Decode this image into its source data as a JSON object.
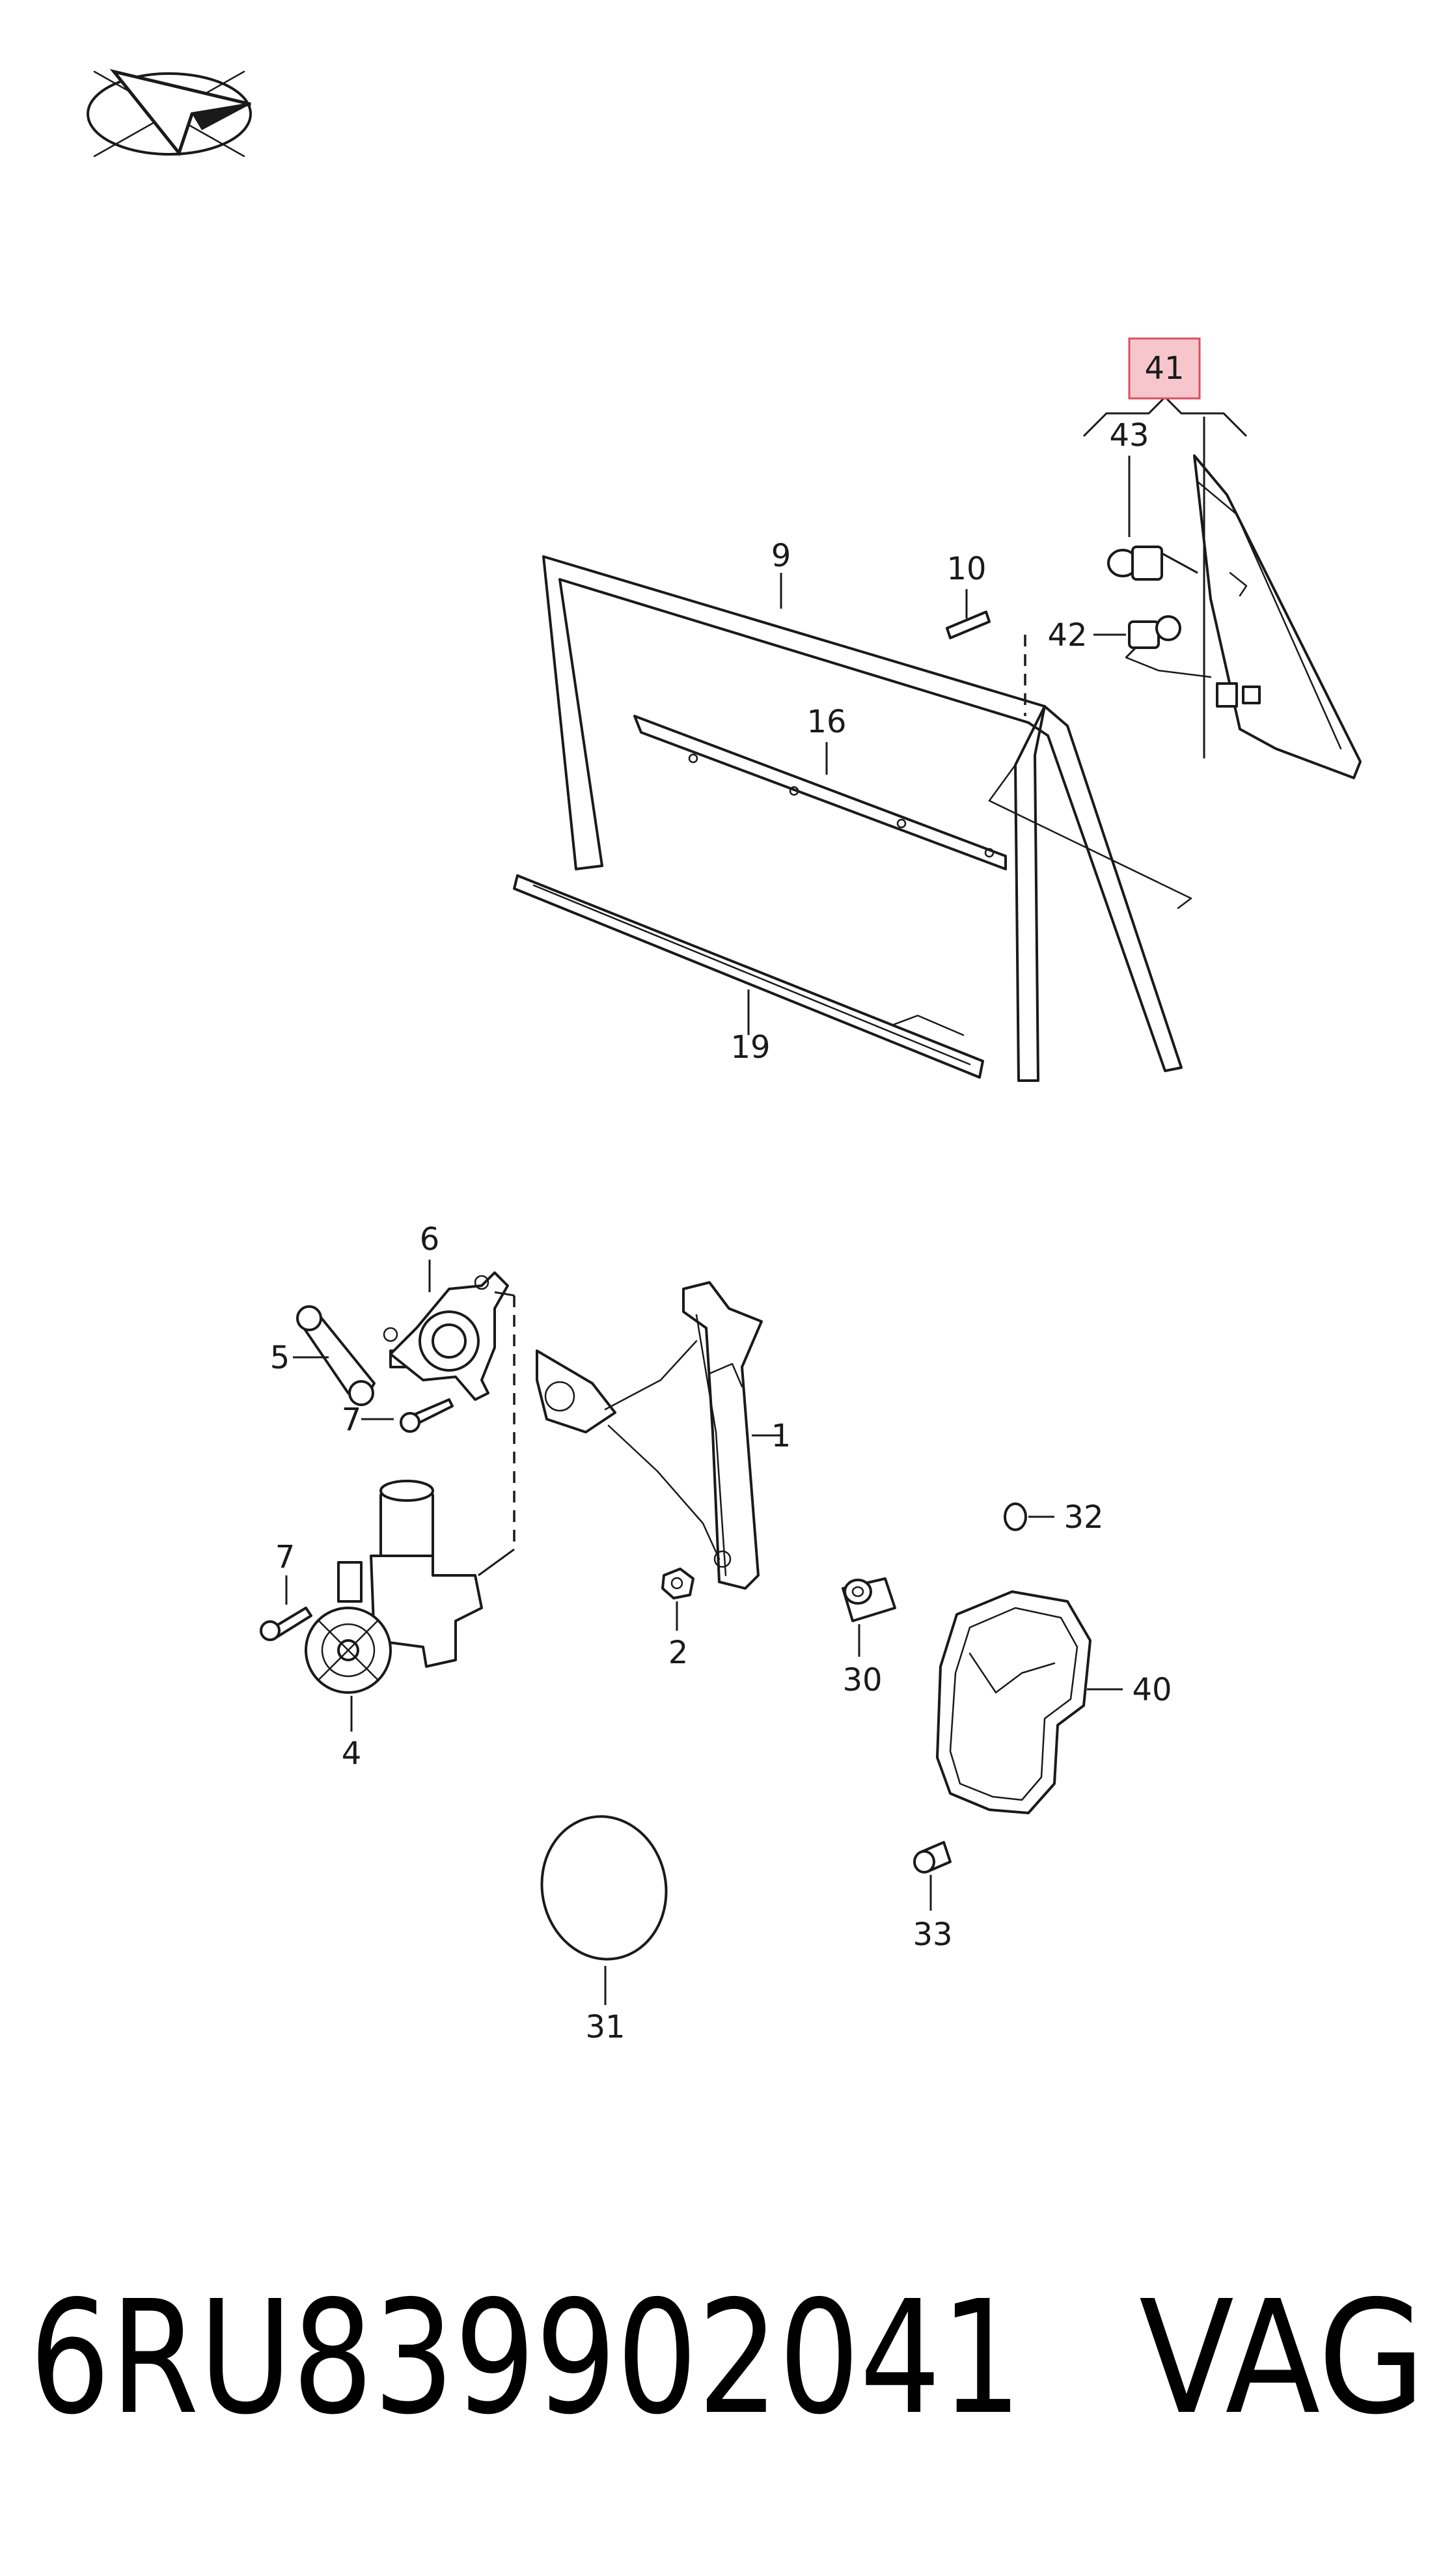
{
  "callouts": {
    "c1": "1",
    "c2": "2",
    "c4": "4",
    "c5": "5",
    "c6": "6",
    "c7a": "7",
    "c7b": "7",
    "c9": "9",
    "c10": "10",
    "c16": "16",
    "c19": "19",
    "c30": "30",
    "c31": "31",
    "c32": "32",
    "c33": "33",
    "c40": "40",
    "c41": "41",
    "c42": "42",
    "c43": "43"
  },
  "highlighted_callout": "41",
  "colors": {
    "highlight_fill": "#f7c6cc",
    "highlight_stroke": "#d9505f",
    "line": "#1a1a1a"
  },
  "logo_icon": "paper-plane-compass-logo",
  "footer": {
    "part_number": "6RU839902041",
    "brand": "VAG"
  }
}
